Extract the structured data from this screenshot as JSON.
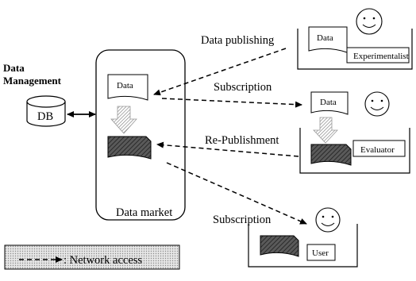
{
  "left": {
    "heading_line1": "Data",
    "heading_line2": "Management",
    "db_label": "DB"
  },
  "center": {
    "data_doc_label": "Data",
    "market_label": "Data market"
  },
  "flows": {
    "publishing": "Data publishing",
    "subscription_1": "Subscription",
    "republishment": "Re-Publishment",
    "subscription_2": "Subscription"
  },
  "experimentalist": {
    "data_doc_label": "Data",
    "role_label": "Experimentalist"
  },
  "evaluator": {
    "data_doc_label": "Data",
    "role_label": "Evaluator"
  },
  "user": {
    "role_label": "User"
  },
  "legend": {
    "text": ": Network access"
  }
}
